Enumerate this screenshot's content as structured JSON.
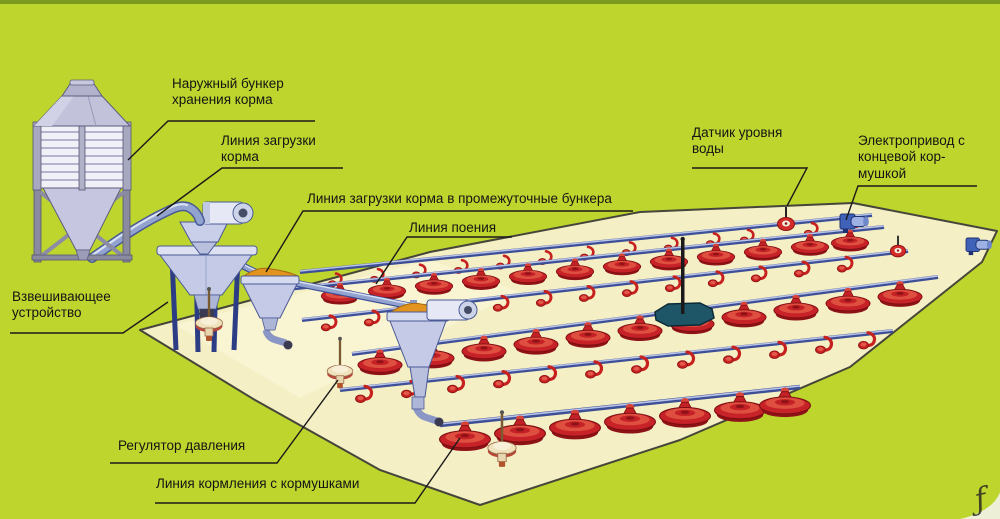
{
  "labels": {
    "storage_bunker": "Наружный  бункер\nхранения  корма",
    "feed_loading_line": "Линия загрузки\nкорма",
    "intermediate_loading_line": "Линия загрузки корма в промежуточные бункера",
    "drinking_line": "Линия поения",
    "water_level_sensor": "Датчик уровня\nводы",
    "electric_drive": "Электропривод с\nконцевой кор-\nмушкой",
    "weighing_device": "Взвешивающее\nустройство",
    "pressure_regulator": "Регулятор  давления",
    "feeding_line": "Линия кормления с кормушками"
  },
  "watermark": "ƒ",
  "colors": {
    "background": "#bed52e",
    "top_strip": "#7d9a20",
    "floor": "#f5efc5",
    "floor_outline": "#45453a",
    "pipe_blue": "#3d4f96",
    "feeder_red": "#c62227",
    "hopper_blue_gray": "#c5cbe6",
    "feed_orange": "#e2941f",
    "drive_blue": "#3f62b8",
    "mat_teal": "#1e5668",
    "label_text": "#141414"
  }
}
